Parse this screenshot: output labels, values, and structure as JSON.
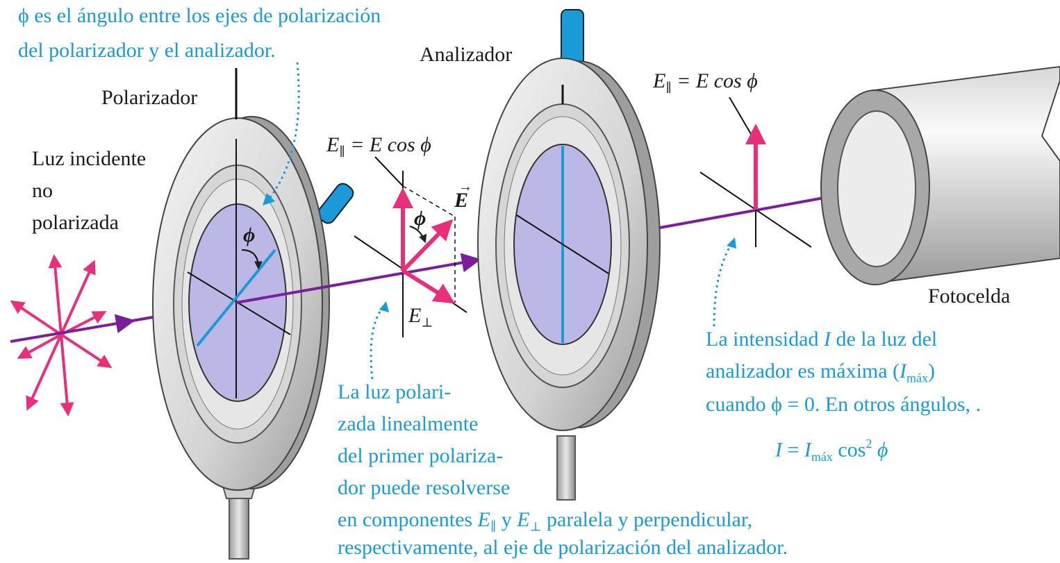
{
  "labels": {
    "phi_caption_1": "ϕ es el ángulo entre los ejes de polarización",
    "phi_caption_2": "del polarizador y el analizador.",
    "polarizador": "Polarizador",
    "analizador": "Analizador",
    "luz_1": "Luz incidente",
    "luz_2": "no",
    "luz_3": "polarizada",
    "fotocelda": "Fotocelda",
    "phi": "ϕ",
    "e_vec": "E",
    "e_sym": "E",
    "e_par_sub": "∥",
    "e_perp_sub": "⊥",
    "eq_rhs": " = E cos ϕ",
    "lin_1": "La luz polari-",
    "lin_2": "zada linealmente",
    "lin_3": "del primer polariza-",
    "lin_4": "dor puede resolverse",
    "lin_5a": "en componentes ",
    "lin_5b": " y ",
    "lin_5c": " paralela y perpendicular,",
    "lin_6": "respectivamente, al eje de polarización del analizador.",
    "int_1a": "La intensidad ",
    "int_1i": "I",
    "int_1b": " de la luz del",
    "int_2a": "analizador es máxima (",
    "int_2i": "I",
    "int_2sub": "máx",
    "int_2b": ")",
    "int_3": "cuando ϕ = 0. En otros ángulos, .",
    "eq_I": "I",
    "eq_eq": " = ",
    "eq_Imax": "I",
    "eq_Imax_sub": "máx",
    "eq_cos": " cos",
    "eq_sq": "2",
    "eq_phi": " ϕ"
  },
  "colors": {
    "accent_text": "#1a9ad6",
    "beam": "#7a1f9a",
    "vector": "#e8307a",
    "filter": "#bcb8e6",
    "axis_blue": "#1a9ad6",
    "ring": "#dadada"
  }
}
